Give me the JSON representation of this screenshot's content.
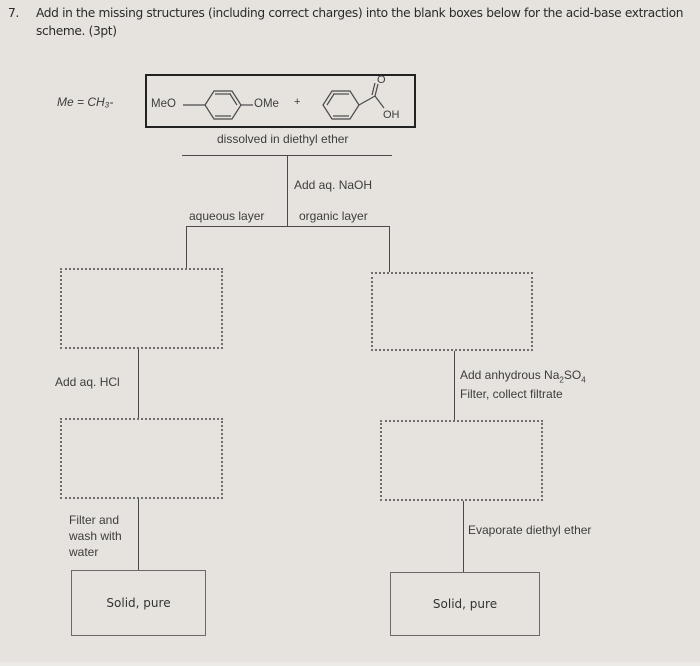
{
  "question": {
    "number": "7.",
    "text_line1": "Add in the missing structures (including correct charges) into the blank boxes below for the acid-base extraction",
    "text_line2": "scheme. (3pt)"
  },
  "legend": {
    "me_definition": "Me = CH₃-"
  },
  "starting_mixture": {
    "compound1": {
      "left_group": "MeO",
      "right_group": "OMe",
      "name": "1,4-dimethoxybenzene"
    },
    "plus": "+",
    "compound2": {
      "substituent_oxygen": "O",
      "substituent_oh": "OH",
      "name": "benzoic acid"
    },
    "solvent_label": "dissolved in diethyl ether"
  },
  "step1": {
    "reagent": "Add aq. NaOH",
    "left_branch_label": "aqueous layer",
    "right_branch_label": "organic layer"
  },
  "left_branch": {
    "reagent": "Add aq. HCl",
    "workup": [
      "Filter and",
      "wash with",
      "water"
    ],
    "final_label": "Solid, pure"
  },
  "right_branch": {
    "reagent_line1_prefix": "Add anhydrous Na",
    "reagent_sub1": "2",
    "reagent_mid": "SO",
    "reagent_sub2": "4",
    "reagent_line2": "Filter, collect filtrate",
    "workup": "Evaporate diethyl ether",
    "final_label": "Solid, pure"
  },
  "blank_boxes": [
    {
      "id": "aqueous-layer-structure",
      "content": ""
    },
    {
      "id": "organic-layer-structure",
      "content": ""
    },
    {
      "id": "acidified-structure",
      "content": ""
    },
    {
      "id": "dried-organic-structure",
      "content": ""
    }
  ]
}
